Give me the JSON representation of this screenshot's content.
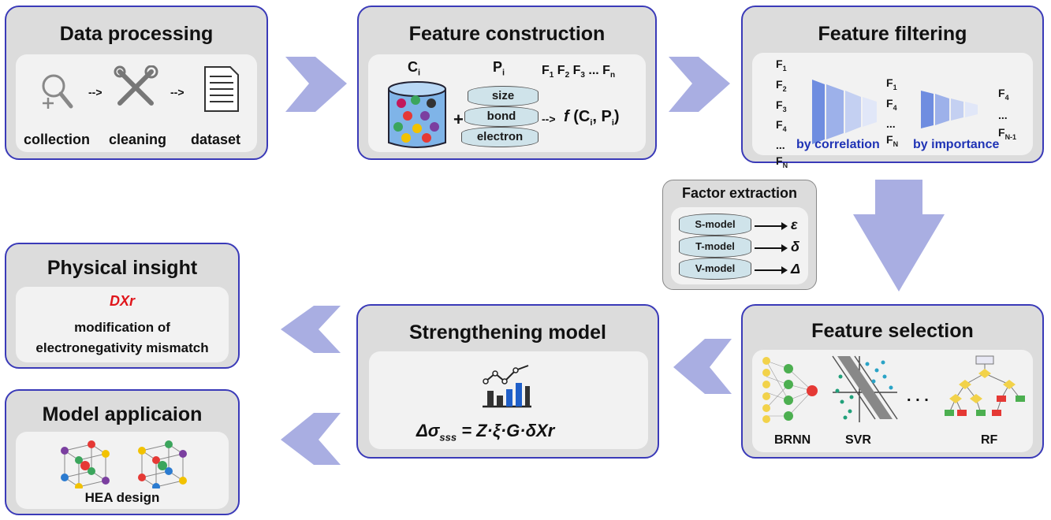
{
  "panels": {
    "data_processing": {
      "title": "Data processing",
      "steps": [
        "collection",
        "cleaning",
        "dataset"
      ]
    },
    "feature_construction": {
      "title": "Feature construction",
      "c_label": "C",
      "c_sub": "i",
      "p_label": "P",
      "p_sub": "i",
      "plus": "+",
      "properties": [
        "size",
        "bond",
        "electron"
      ],
      "feature_header": [
        "F",
        "1",
        "F",
        "2",
        "F",
        "3",
        "... F",
        "n"
      ],
      "func": "f",
      "func_args": "(C",
      "func_sub1": "i",
      "func_mid": ", P",
      "func_sub2": "i",
      "func_close": ")"
    },
    "feature_filtering": {
      "title": "Feature filtering",
      "by_correlation": "by correlation",
      "by_importance": "by importance"
    },
    "factor_extraction": {
      "title": "Factor extraction",
      "models": [
        "S-model",
        "T-model",
        "V-model"
      ],
      "symbols": [
        "ε",
        "δ",
        "Δ"
      ]
    },
    "feature_selection": {
      "title": "Feature selection",
      "methods": [
        "BRNN",
        "SVR",
        "RF"
      ],
      "dots": ". . ."
    },
    "strengthening_model": {
      "title": "Strengthening model",
      "formula_lhs": "Δσ",
      "formula_sub": "sss",
      "formula_rhs": "= Z·ξ·G·δXr"
    },
    "physical_insight": {
      "title": "Physical insight",
      "highlight": "DXr",
      "line1": "modification of",
      "line2": "electronegativity mismatch"
    },
    "model_application": {
      "title": "Model applicaion",
      "caption": "HEA design"
    }
  },
  "colors": {
    "panel_bg": "#dcdcdc",
    "panel_border": "#3a3ab8",
    "inner_bg": "#f2f2f2",
    "arrow": "#a9aee2",
    "accent_blue": "#1f33b5",
    "accent_red": "#e0151b"
  }
}
